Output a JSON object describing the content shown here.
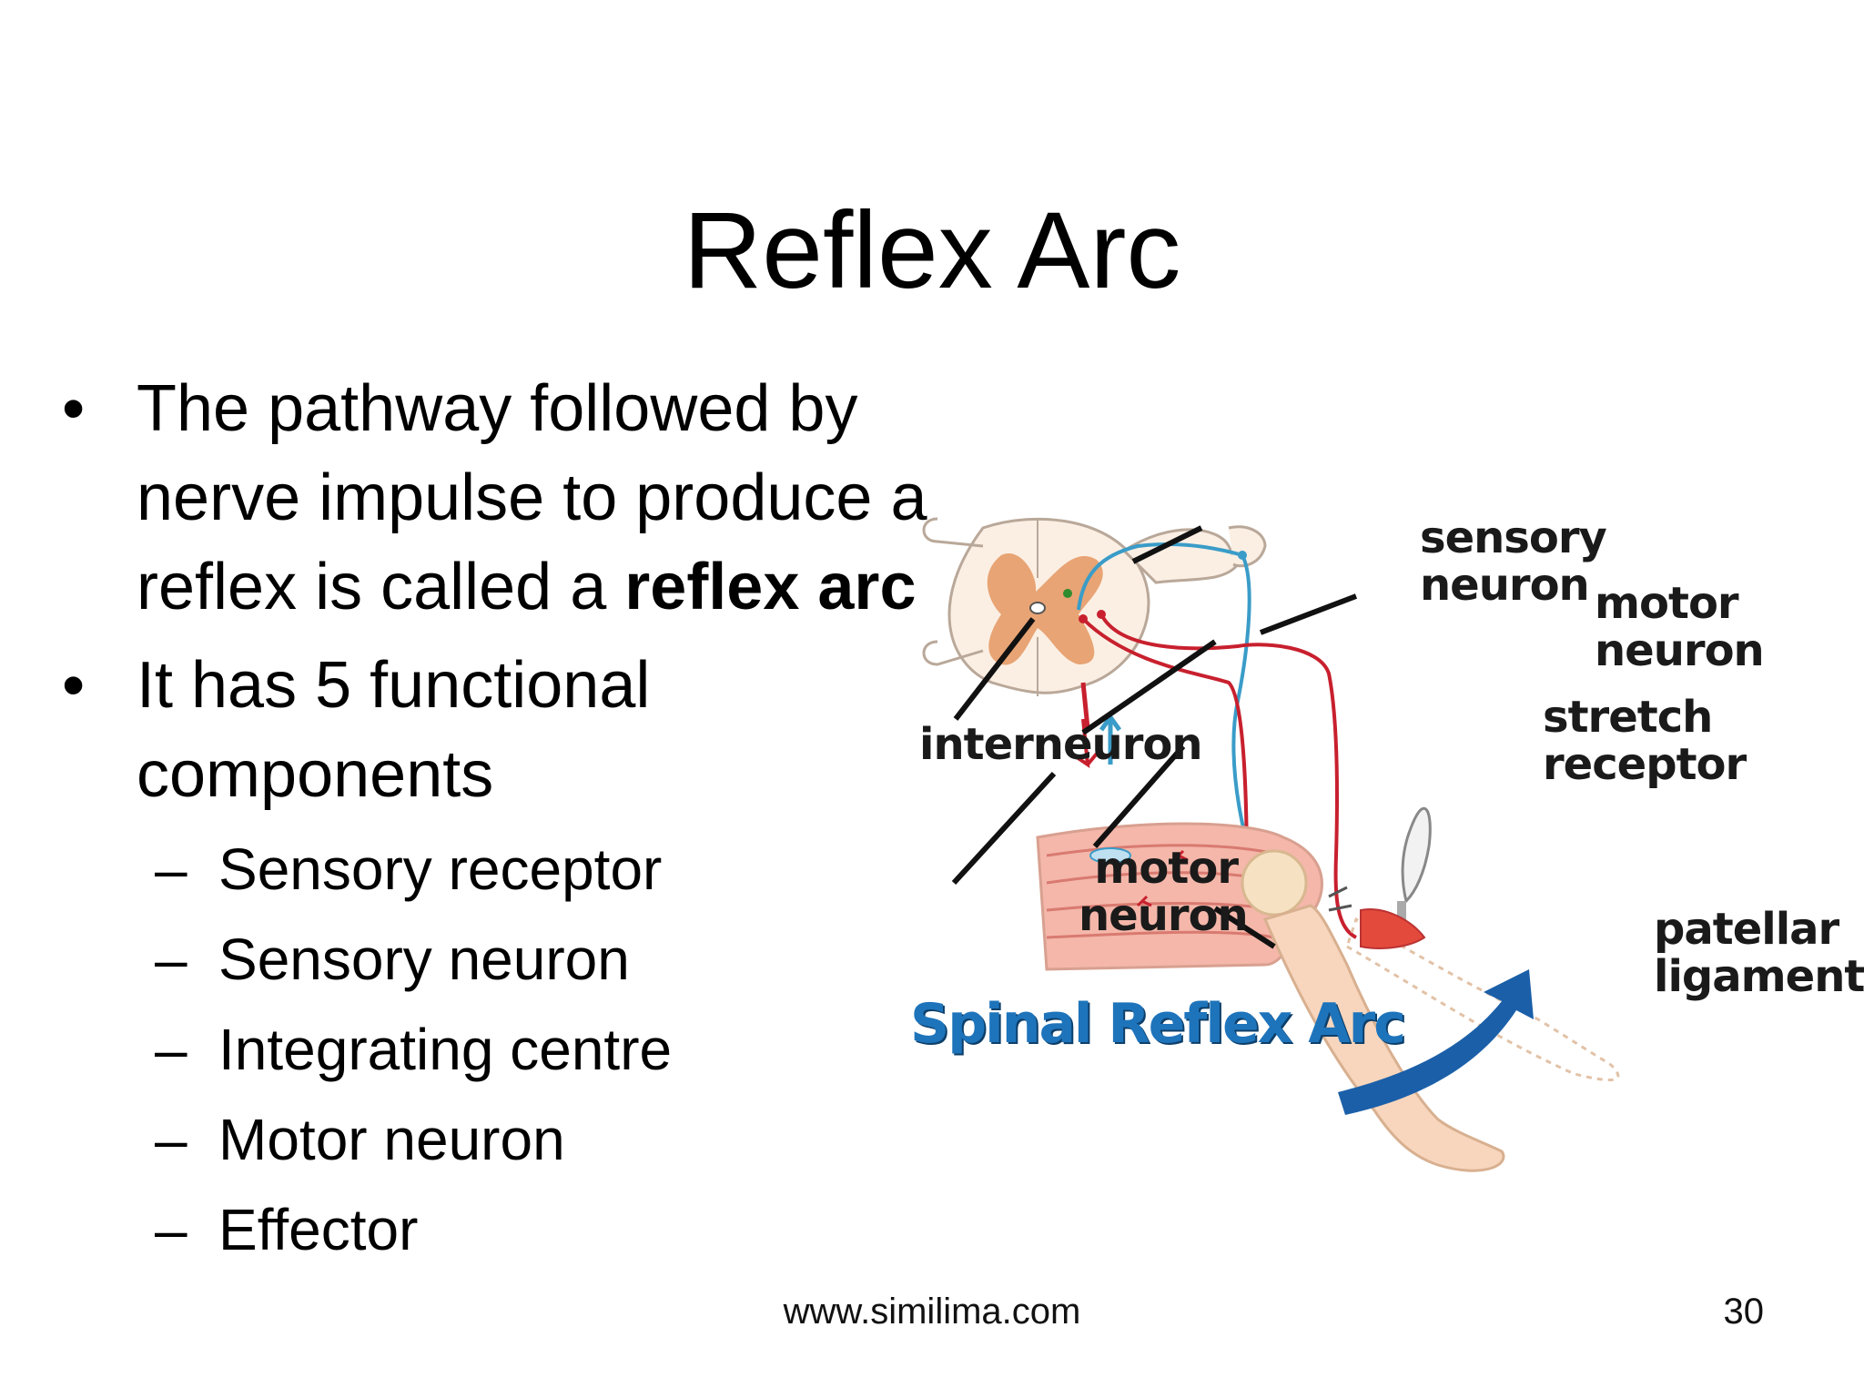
{
  "slide": {
    "title": "Reflex Arc",
    "bullets": [
      {
        "symbol": "•",
        "text_plain": "The pathway followed by nerve impulse to produce a reflex is called a ",
        "text_bold": "reflex arc"
      },
      {
        "symbol": "•",
        "text": "It has 5 functional components",
        "sub_symbol": "–",
        "sub_items": [
          "Sensory receptor",
          "Sensory neuron",
          "Integrating centre",
          "Motor neuron",
          "Effector"
        ]
      }
    ],
    "footer_url": "www.similima.com",
    "page_number": "30"
  },
  "diagram": {
    "labels": {
      "sensory_neuron_1": "sensory",
      "sensory_neuron_2": "neuron",
      "motor_neuron_top_1": "motor",
      "motor_neuron_top_2": "neuron",
      "stretch_receptor_1": "stretch",
      "stretch_receptor_2": "receptor",
      "interneuron": "interneuron",
      "motor_neuron_low_1": "motor",
      "motor_neuron_low_2": "neuron",
      "patellar_ligament_1": "patellar",
      "patellar_ligament_2": "ligament"
    },
    "caption": "Spinal Reflex Arc",
    "colors": {
      "sensory_path": "#3a9cc8",
      "motor_path": "#c8202e",
      "gray_matter": "#e8a474",
      "skin": "#f7d6bd",
      "muscle": "#e9938a",
      "caption": "#1e74bb",
      "arrow": "#1b5fa8"
    },
    "icons": [
      "spinal-cord-cross-section-icon",
      "leg-icon",
      "reflex-hammer-icon",
      "kick-arrow-icon"
    ]
  }
}
